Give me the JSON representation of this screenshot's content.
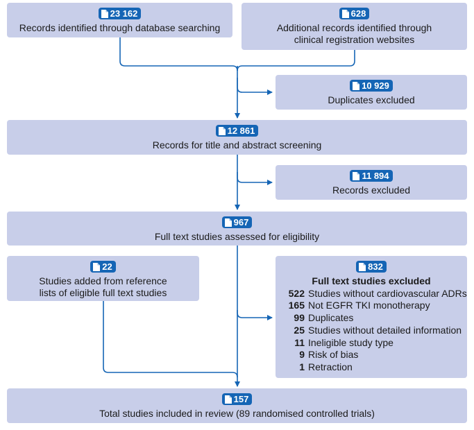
{
  "boxes": {
    "database": {
      "count": "23 162",
      "label": "Records identified through database searching"
    },
    "registration": {
      "count": "628",
      "label_line1": "Additional records identified through",
      "label_line2": "clinical registration websites"
    },
    "duplicates": {
      "count": "10 929",
      "label": "Duplicates excluded"
    },
    "screening": {
      "count": "12 861",
      "label": "Records for title and abstract screening"
    },
    "records_excluded": {
      "count": "11 894",
      "label": "Records excluded"
    },
    "fulltext": {
      "count": "967",
      "label": "Full text studies assessed for eligibility"
    },
    "added": {
      "count": "22",
      "label_line1": "Studies added from reference",
      "label_line2": "lists of eligible full text studies"
    },
    "fulltext_excluded": {
      "count": "832",
      "title": "Full text studies excluded",
      "items": [
        {
          "count": "522",
          "label": "Studies without cardiovascular ADRs"
        },
        {
          "count": "165",
          "label": "Not EGFR TKI monotherapy"
        },
        {
          "count": "99",
          "label": "Duplicates"
        },
        {
          "count": "25",
          "label": "Studies without detailed information"
        },
        {
          "count": "11",
          "label": "Ineligible study type"
        },
        {
          "count": "9",
          "label": "Risk of bias"
        },
        {
          "count": "1",
          "label": "Retraction"
        }
      ]
    },
    "included": {
      "count": "157",
      "label": "Total studies included in review (89 randomised controlled trials)"
    }
  },
  "colors": {
    "box": "#c8cee9",
    "badge": "#1565b5",
    "arrow": "#1565b5"
  },
  "icons": {
    "badge": "document-icon"
  }
}
